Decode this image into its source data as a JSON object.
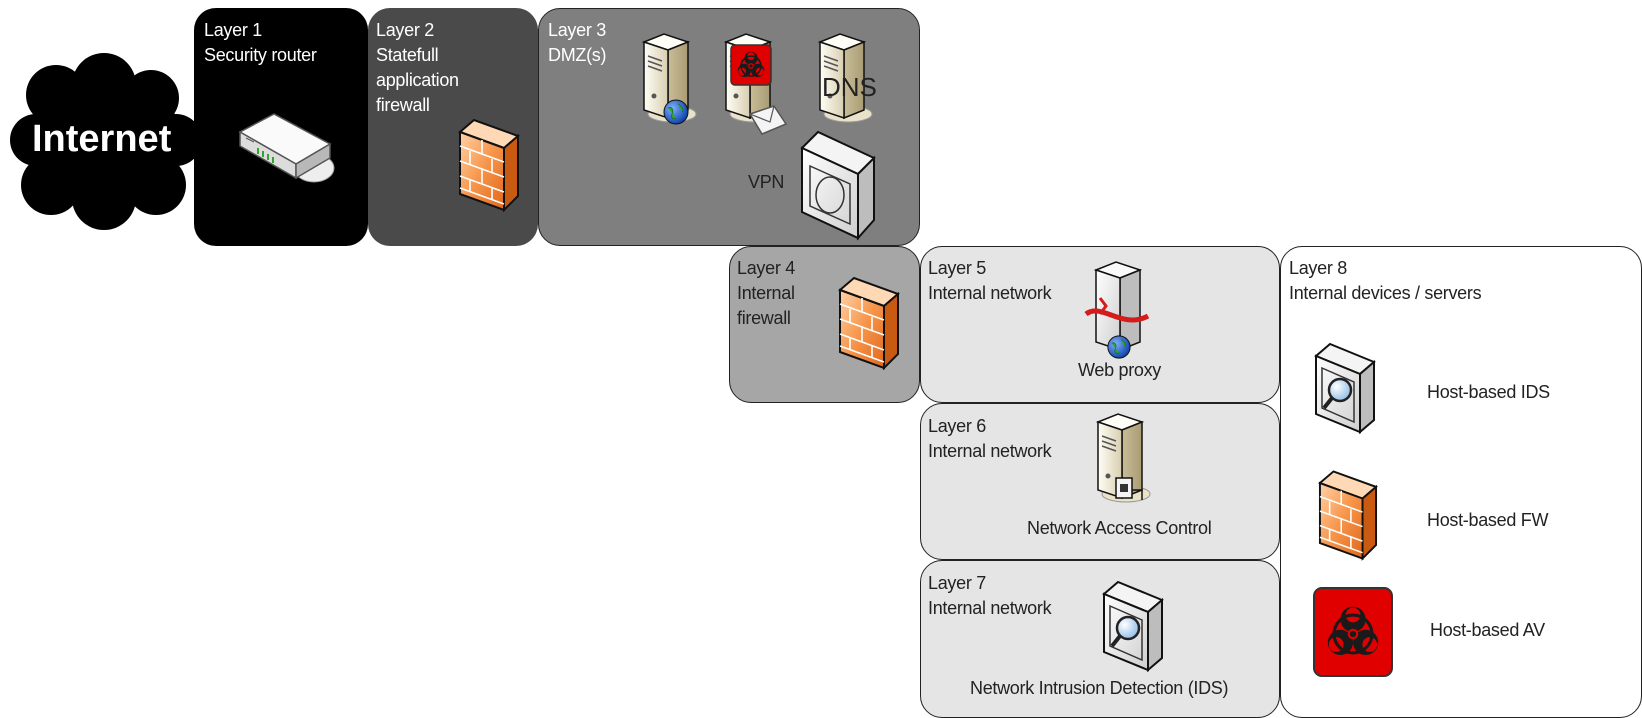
{
  "internet": {
    "label": "Internet"
  },
  "layers": {
    "l1": {
      "title": "Layer 1",
      "lines": [
        "Security router"
      ]
    },
    "l2": {
      "title": "Layer 2",
      "lines": [
        "Statefull",
        "application",
        "firewall"
      ]
    },
    "l3": {
      "title": "Layer 3",
      "lines": [
        "DMZ(s)"
      ],
      "dns_text": "DNS",
      "vpn_label": "VPN"
    },
    "l4": {
      "title": "Layer 4",
      "lines": [
        "Internal",
        "firewall"
      ]
    },
    "l5": {
      "title": "Layer 5",
      "lines": [
        "Internal network"
      ],
      "device_label": "Web proxy"
    },
    "l6": {
      "title": "Layer 6",
      "lines": [
        "Internal network"
      ],
      "device_label": "Network Access Control"
    },
    "l7": {
      "title": "Layer 7",
      "lines": [
        "Internal network"
      ],
      "device_label": "Network Intrusion Detection (IDS)"
    },
    "l8": {
      "title": "Layer 8",
      "lines": [
        "Internal devices / servers"
      ],
      "items": [
        {
          "label": "Host-based IDS",
          "icon": "magnifier-icon"
        },
        {
          "label": "Host-based FW",
          "icon": "firewall-icon"
        },
        {
          "label": "Host-based AV",
          "icon": "biohazard-icon"
        }
      ]
    }
  },
  "colors": {
    "layer1": "#000000",
    "layer2": "#4a4a4a",
    "layer3": "#7f7f7f",
    "layer4": "#a6a6a6",
    "internal": "#e5e5e5",
    "layer8": "#ffffff",
    "firewall": "#f08a3c",
    "biohazard": "#e00000"
  }
}
